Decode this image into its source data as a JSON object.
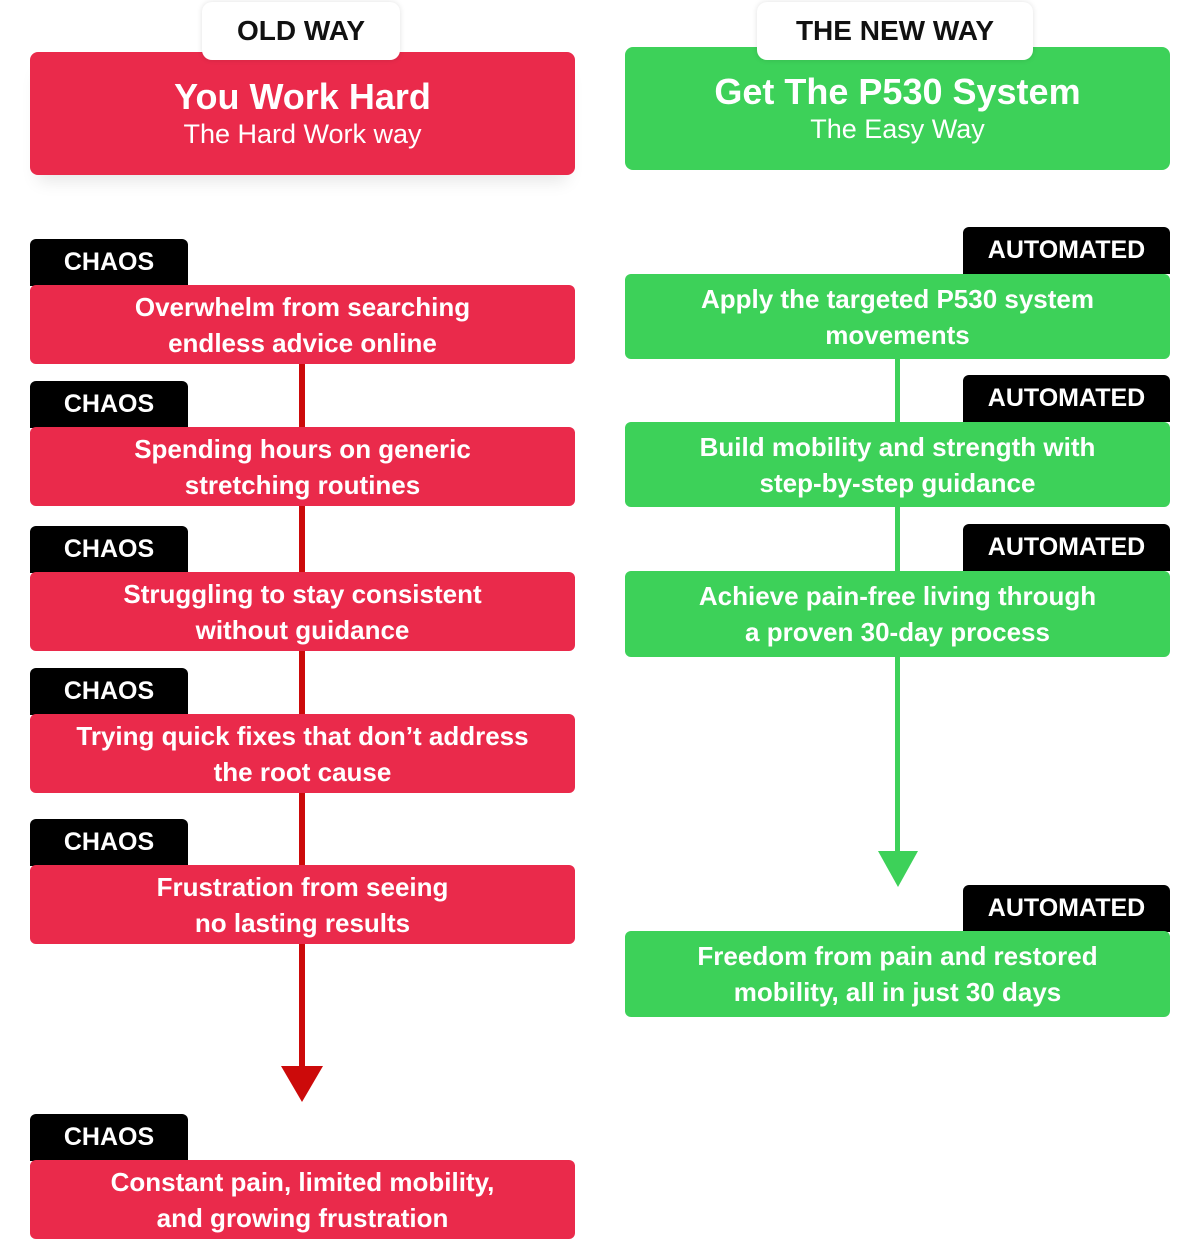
{
  "colors": {
    "red": "#ea2a4b",
    "green": "#3dd159",
    "arrow_red": "#cc0a0a",
    "label_black": "#000000"
  },
  "old": {
    "tab": "OLD WAY",
    "title": "You Work Hard",
    "subtitle": "The Hard Work way",
    "label": "CHAOS",
    "steps": [
      "Overwhelm from searching\nendless advice online",
      "Spending hours on generic\nstretching routines",
      "Struggling to stay consistent\nwithout guidance",
      "Trying quick fixes that don’t address\nthe root cause",
      "Frustration from seeing\nno lasting results"
    ],
    "result": "Constant pain, limited mobility,\nand growing frustration"
  },
  "new": {
    "tab": "THE NEW WAY",
    "title": "Get The P530 System",
    "subtitle": "The Easy Way",
    "label": "AUTOMATED",
    "steps": [
      "Apply the targeted P530 system\nmovements",
      "Build mobility and strength with\nstep-by-step guidance",
      "Achieve pain-free living through\na proven 30-day process"
    ],
    "result": "Freedom from pain and restored\nmobility, all in just 30 days"
  }
}
